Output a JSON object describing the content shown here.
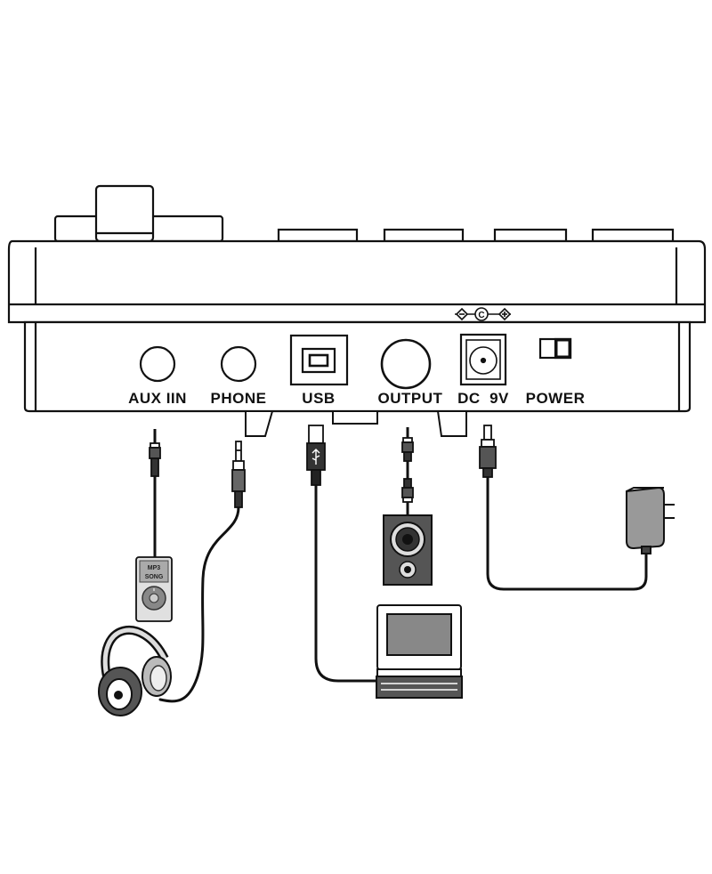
{
  "ports": [
    {
      "id": "aux-in",
      "label": "AUX IIN"
    },
    {
      "id": "phone",
      "label": "PHONE"
    },
    {
      "id": "usb",
      "label": "USB"
    },
    {
      "id": "output",
      "label": "OUTPUT"
    },
    {
      "id": "dc",
      "label": "DC  9V"
    },
    {
      "id": "power",
      "label": "POWER"
    }
  ],
  "devices": {
    "mp3_player": {
      "line1": "MP3",
      "line2": "SONG"
    }
  },
  "polarity_symbol": "C"
}
